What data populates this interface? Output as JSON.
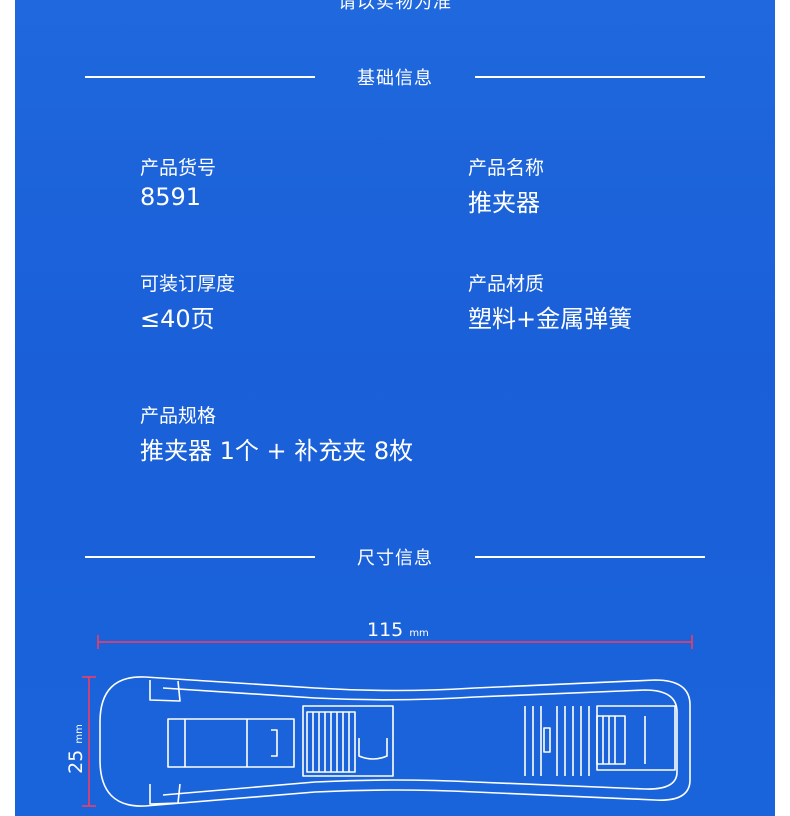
{
  "header": {
    "cut_text": "请以实物为准"
  },
  "basic_info": {
    "title": "基础信息",
    "item_no_label": "产品货号",
    "item_no_value": "8591",
    "name_label": "产品名称",
    "name_value": "推夹器",
    "thickness_label": "可装订厚度",
    "thickness_value": "≤40页",
    "material_label": "产品材质",
    "material_value": "塑料+金属弹簧",
    "spec_label": "产品规格",
    "spec_value": "推夹器 1个 + 补充夹 8枚"
  },
  "dimension_info": {
    "title": "尺寸信息",
    "length_value": "115",
    "length_unit": "mm",
    "width_value": "25",
    "width_unit": "mm"
  },
  "colors": {
    "background": "#1a5fd8",
    "text": "#ffffff",
    "dimension_line": "#ff3b5c"
  }
}
